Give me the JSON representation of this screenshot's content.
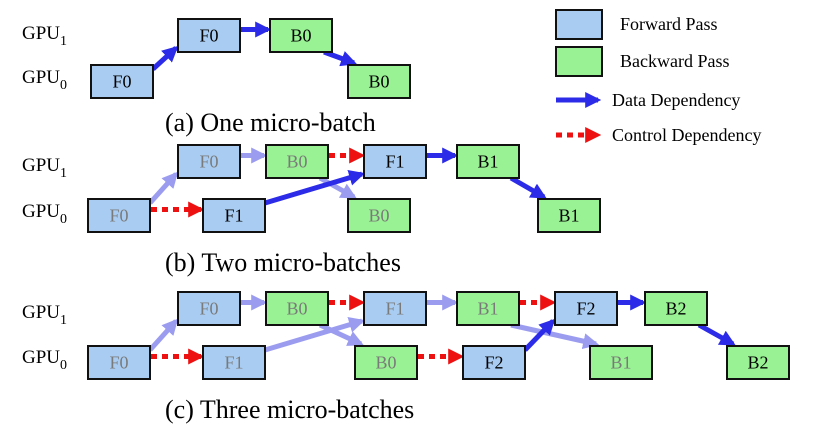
{
  "colors": {
    "forward": "#a9cdf2",
    "backward": "#99f293",
    "data_arrow": "#2b2be8",
    "data_arrow_faded": "#9b9cf0",
    "control_arrow": "#ee1111",
    "box_stroke": "#111111",
    "text_normal": "#000000",
    "text_faded": "#7a7a7a"
  },
  "gpu_labels": {
    "gpu1": "GPU",
    "gpu1_sub": "1",
    "gpu0": "GPU",
    "gpu0_sub": "0"
  },
  "legend": {
    "forward": "Forward Pass",
    "backward": "Backward Pass",
    "data": "Data Dependency",
    "control": "Control Dependency"
  },
  "panels": [
    {
      "caption": "(a) One micro-batch",
      "boxes": [
        {
          "id": "a_F0_0",
          "label": "F0",
          "kind": "forward"
        },
        {
          "id": "a_F0_1",
          "label": "F0",
          "kind": "forward"
        },
        {
          "id": "a_B0_1",
          "label": "B0",
          "kind": "backward"
        },
        {
          "id": "a_B0_0",
          "label": "B0",
          "kind": "backward"
        }
      ]
    },
    {
      "caption": "(b) Two micro-batches",
      "boxes": [
        {
          "id": "b_F0_1",
          "label": "F0",
          "kind": "forward",
          "faded": true
        },
        {
          "id": "b_B0_1",
          "label": "B0",
          "kind": "backward",
          "faded": true
        },
        {
          "id": "b_F1_1",
          "label": "F1",
          "kind": "forward"
        },
        {
          "id": "b_B1_1",
          "label": "B1",
          "kind": "backward"
        },
        {
          "id": "b_F0_0",
          "label": "F0",
          "kind": "forward",
          "faded": true
        },
        {
          "id": "b_F1_0",
          "label": "F1",
          "kind": "forward"
        },
        {
          "id": "b_B0_0",
          "label": "B0",
          "kind": "backward",
          "faded": true
        },
        {
          "id": "b_B1_0",
          "label": "B1",
          "kind": "backward"
        }
      ]
    },
    {
      "caption": "(c) Three micro-batches",
      "boxes": [
        {
          "id": "c_F0_1",
          "label": "F0",
          "kind": "forward",
          "faded": true
        },
        {
          "id": "c_B0_1",
          "label": "B0",
          "kind": "backward",
          "faded": true
        },
        {
          "id": "c_F1_1",
          "label": "F1",
          "kind": "forward",
          "faded": true
        },
        {
          "id": "c_B1_1",
          "label": "B1",
          "kind": "backward",
          "faded": true
        },
        {
          "id": "c_F2_1",
          "label": "F2",
          "kind": "forward"
        },
        {
          "id": "c_B2_1",
          "label": "B2",
          "kind": "backward"
        },
        {
          "id": "c_F0_0",
          "label": "F0",
          "kind": "forward",
          "faded": true
        },
        {
          "id": "c_F1_0",
          "label": "F1",
          "kind": "forward",
          "faded": true
        },
        {
          "id": "c_B0_0",
          "label": "B0",
          "kind": "backward",
          "faded": true
        },
        {
          "id": "c_F2_0",
          "label": "F2",
          "kind": "forward"
        },
        {
          "id": "c_B1_0",
          "label": "B1",
          "kind": "backward",
          "faded": true
        },
        {
          "id": "c_B2_0",
          "label": "B2",
          "kind": "backward"
        }
      ]
    }
  ],
  "edges": [
    {
      "from": "a_F0_0",
      "to": "a_F0_1",
      "type": "data"
    },
    {
      "from": "a_F0_1",
      "to": "a_B0_1",
      "type": "data"
    },
    {
      "from": "a_B0_1",
      "to": "a_B0_0",
      "type": "data"
    },
    {
      "from": "b_F0_0",
      "to": "b_F0_1",
      "type": "data",
      "faded": true
    },
    {
      "from": "b_F0_1",
      "to": "b_B0_1",
      "type": "data",
      "faded": true
    },
    {
      "from": "b_B0_1",
      "to": "b_B0_0",
      "type": "data",
      "faded": true
    },
    {
      "from": "b_F0_0",
      "to": "b_F1_0",
      "type": "control"
    },
    {
      "from": "b_B0_1",
      "to": "b_F1_1",
      "type": "control"
    },
    {
      "from": "b_F1_0",
      "to": "b_F1_1",
      "type": "data"
    },
    {
      "from": "b_F1_1",
      "to": "b_B1_1",
      "type": "data"
    },
    {
      "from": "b_B1_1",
      "to": "b_B1_0",
      "type": "data"
    },
    {
      "from": "c_F0_0",
      "to": "c_F0_1",
      "type": "data",
      "faded": true
    },
    {
      "from": "c_F0_1",
      "to": "c_B0_1",
      "type": "data",
      "faded": true
    },
    {
      "from": "c_B0_1",
      "to": "c_B0_0",
      "type": "data",
      "faded": true
    },
    {
      "from": "c_F1_0",
      "to": "c_F1_1",
      "type": "data",
      "faded": true
    },
    {
      "from": "c_F1_1",
      "to": "c_B1_1",
      "type": "data",
      "faded": true
    },
    {
      "from": "c_B1_1",
      "to": "c_B1_0",
      "type": "data",
      "faded": true
    },
    {
      "from": "c_F0_0",
      "to": "c_F1_0",
      "type": "control"
    },
    {
      "from": "c_B0_1",
      "to": "c_F1_1",
      "type": "control"
    },
    {
      "from": "c_B0_0",
      "to": "c_F2_0",
      "type": "control"
    },
    {
      "from": "c_B1_1",
      "to": "c_F2_1",
      "type": "control"
    },
    {
      "from": "c_F2_0",
      "to": "c_F2_1",
      "type": "data"
    },
    {
      "from": "c_F2_1",
      "to": "c_B2_1",
      "type": "data"
    },
    {
      "from": "c_B2_1",
      "to": "c_B2_0",
      "type": "data"
    }
  ]
}
